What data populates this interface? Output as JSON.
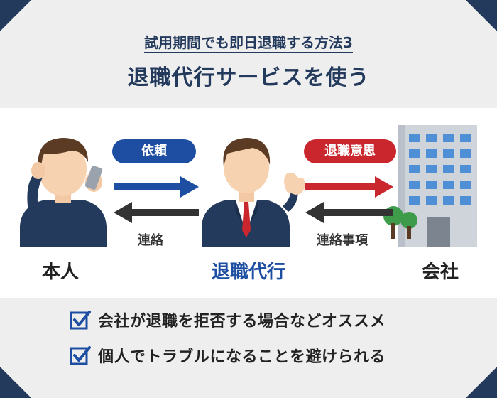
{
  "header": {
    "subtitle": "試用期間でも即日退職する方法3",
    "title": "退職代行サービスを使う"
  },
  "diagram": {
    "request_label": "依頼",
    "intent_label": "退職意思",
    "contact_label": "連絡",
    "matters_label": "連絡事項",
    "actors": {
      "person": "本人",
      "agency": "退職代行",
      "company": "会社"
    }
  },
  "checklist": [
    "会社が退職を拒否する場合などオススメ",
    "個人でトラブルになることを避けられる"
  ],
  "colors": {
    "navy": "#233a5c",
    "blue": "#1d4ea2",
    "red": "#c9272d",
    "dark_arrow": "#333333"
  }
}
